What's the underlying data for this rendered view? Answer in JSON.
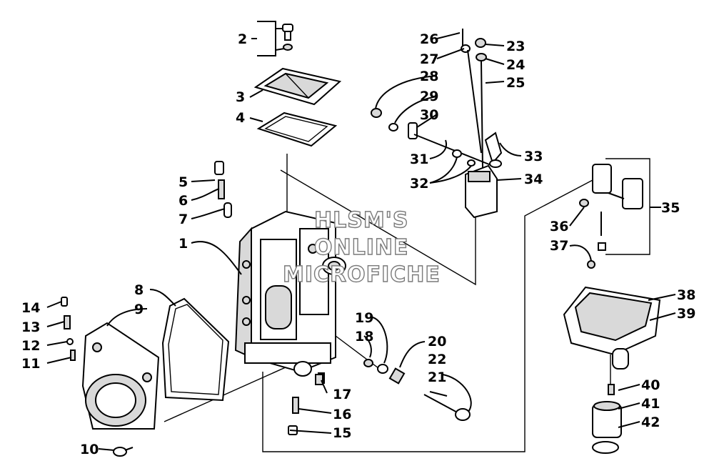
{
  "watermark": [
    "HLSM'S",
    "ONLINE",
    "MICROFICHE"
  ],
  "callouts": {
    "c1": "1",
    "c2": "2",
    "c3": "3",
    "c4": "4",
    "c5": "5",
    "c6": "6",
    "c7": "7",
    "c8": "8",
    "c9": "9",
    "c10": "10",
    "c11": "11",
    "c12": "12",
    "c13": "13",
    "c14": "14",
    "c15": "15",
    "c16": "16",
    "c17": "17",
    "c18": "18",
    "c19": "19",
    "c20": "20",
    "c21": "21",
    "c22": "22",
    "c23": "23",
    "c24": "24",
    "c25": "25",
    "c26": "26",
    "c27": "27",
    "c28": "28",
    "c29": "29",
    "c30": "30",
    "c31": "31",
    "c32": "32",
    "c33": "33",
    "c34": "34",
    "c35": "35",
    "c36": "36",
    "c37": "37",
    "c38": "38",
    "c39": "39",
    "c40": "40",
    "c41": "41",
    "c42": "42"
  }
}
